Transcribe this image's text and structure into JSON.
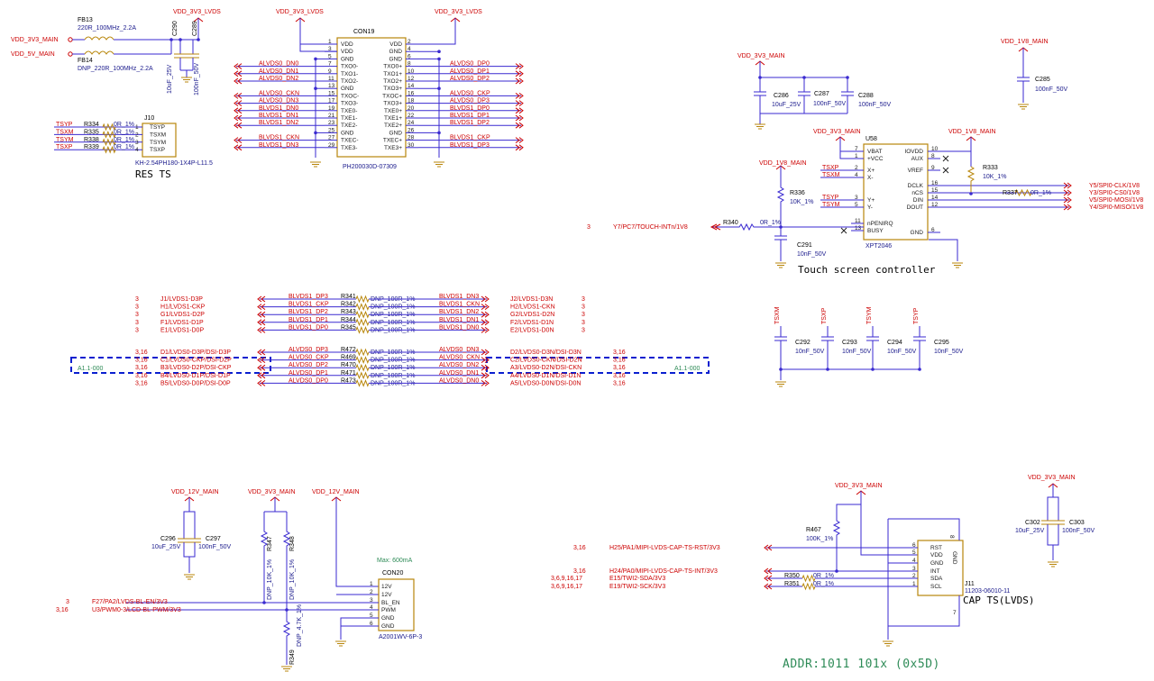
{
  "power": {
    "vdd_3v3_lvds": "VDD_3V3_LVDS",
    "vdd_3v3_main": "VDD_3V3_MAIN",
    "vdd_5v_main": "VDD_5V_MAIN",
    "vdd_1v8_main": "VDD_1V8_MAIN",
    "vdd_12v_main": "VDD_12V_MAIN"
  },
  "ferrites": {
    "fb13": "FB13",
    "fb13_val": "220R_100MHz_2.2A",
    "fb14": "FB14",
    "fb14_val": "DNP_220R_100MHz_2.2A"
  },
  "caps_lvds": {
    "c290": "C290",
    "c290_val": "10uF_25V",
    "c289": "C289",
    "c289_val": "100nF_50V"
  },
  "con19": {
    "ref": "CON19",
    "part": "PH200030D-07309",
    "left_pins": [
      "1",
      "3",
      "5",
      "7",
      "9",
      "11",
      "13",
      "15",
      "17",
      "19",
      "21",
      "23",
      "25",
      "27",
      "29"
    ],
    "left_names": [
      "VDD",
      "VDD",
      "GND",
      "TXO0-",
      "TXO1-",
      "TXO2-",
      "GND",
      "TXOC-",
      "TXO3-",
      "TXE0-",
      "TXE1-",
      "TXE2-",
      "GND",
      "TXEC-",
      "TXE3-"
    ],
    "right_pins": [
      "2",
      "4",
      "6",
      "8",
      "10",
      "12",
      "14",
      "16",
      "18",
      "20",
      "22",
      "24",
      "26",
      "28",
      "30"
    ],
    "right_names": [
      "VDD",
      "GND",
      "GND",
      "TXO0+",
      "TXO1+",
      "TXO2+",
      "TXO3+",
      "TXOC+",
      "TXO3+",
      "TXE0+",
      "TXE1+",
      "TXE2+",
      "GND",
      "TXEC+",
      "TXE3+"
    ],
    "left_nets": [
      "",
      "",
      "",
      "ALVDS0_DN0",
      "ALVDS0_DN1",
      "ALVDS0_DN2",
      "",
      "ALVDS0_CKN",
      "ALVDS0_DN3",
      "BLVDS1_DN0",
      "BLVDS1_DN1",
      "BLVDS1_DN2",
      "",
      "BLVDS1_CKN",
      "BLVDS1_DN3"
    ],
    "right_nets": [
      "",
      "",
      "",
      "ALVDS0_DP0",
      "ALVDS0_DP1",
      "ALVDS0_DP2",
      "",
      "ALVDS0_CKP",
      "ALVDS0_DP3",
      "BLVDS1_DP0",
      "BLVDS1_DP1",
      "BLVDS1_DP2",
      "",
      "BLVDS1_CKP",
      "BLVDS1_DP3"
    ]
  },
  "j10": {
    "ref": "J10",
    "part": "KH-2.54PH180-1X4P-L11.5",
    "note": "RES TS",
    "nets": [
      "TSYP",
      "TSXM",
      "TSYM",
      "TSXP"
    ],
    "res": [
      "R334",
      "R335",
      "R338",
      "R339"
    ],
    "val": "0R_1%",
    "pins": [
      "TSYP",
      "TSXM",
      "TSYM",
      "TSXP"
    ],
    "nums": [
      "1",
      "2",
      "3",
      "4"
    ]
  },
  "u58": {
    "ref": "U58",
    "part": "XPT2046",
    "title": "Touch screen controller",
    "left_pins": [
      "7",
      "1",
      "2",
      "4",
      "3",
      "5",
      "11",
      "13"
    ],
    "left_names": [
      "VBAT",
      "+VCC",
      "X+",
      "X-",
      "Y+",
      "Y-",
      "nPENIRQ",
      "BUSY"
    ],
    "right_pins": [
      "10",
      "8",
      "9",
      "16",
      "15",
      "14",
      "12",
      "6"
    ],
    "right_names": [
      "IOVDD",
      "AUX",
      "VREF",
      "DCLK",
      "nCS",
      "DIN",
      "DOUT",
      "GND"
    ],
    "nets_left": [
      "TSXP",
      "TSXM",
      "TSYP",
      "TSYM"
    ],
    "spi": [
      "Y5/SPI0-CLK/1V8",
      "Y3/SPI0-CS0/1V8",
      "V5/SPI0-MOSI/1V8",
      "Y4/SPI0-MISO/1V8"
    ],
    "irq_page": "3",
    "irq": "Y7/PC7/TOUCH-INTn/1V8",
    "r340": "R340",
    "r340_val": "0R_1%",
    "r336": "R336",
    "r336_val": "10K_1%",
    "r333": "R333",
    "r333_val": "10K_1%",
    "r337": "R337",
    "r337_val": "0R_1%",
    "c291": "C291",
    "c291_val": "10nF_50V"
  },
  "tcaps": {
    "c286": "C286",
    "c286_val": "10uF_25V",
    "c287": "C287",
    "c287_val": "100nF_50V",
    "c288": "C288",
    "c288_val": "100nF_50V",
    "c285": "C285",
    "c285_val": "100nF_50V",
    "nets": [
      "TSXM",
      "TSXP",
      "TSYM",
      "TSYP"
    ],
    "refs": [
      "C292",
      "C293",
      "C294",
      "C295"
    ],
    "val": "10nF_50V"
  },
  "lvds1": {
    "page": "3",
    "left": [
      "J1/LVDS1-D3P",
      "H1/LVDS1-CKP",
      "G1/LVDS1-D2P",
      "F1/LVDS1-D1P",
      "E1/LVDS1-D0P"
    ],
    "nets_l": [
      "BLVDS1_DP3",
      "BLVDS1_CKP",
      "BLVDS1_DP2",
      "BLVDS1_DP1",
      "BLVDS1_DP0"
    ],
    "res": [
      "R341",
      "R342",
      "R343",
      "R344",
      "R345"
    ],
    "val": "DNP_100R_1%",
    "nets_r": [
      "BLVDS1_DN3",
      "BLVDS1_CKN",
      "BLVDS1_DN2",
      "BLVDS1_DN1",
      "BLVDS1_DN0"
    ],
    "right": [
      "J2/LVDS1-D3N",
      "H2/LVDS1-CKN",
      "G2/LVDS1-D2N",
      "F2/LVDS1-D1N",
      "E2/LVDS1-D0N"
    ]
  },
  "lvds0": {
    "page": "3,16",
    "left": [
      "D1/LVDS0-D3P/DSI-D3P",
      "C1/LVDS0-CKP/DSI-D2P",
      "B3/LVDS0-D2P/DSI-CKP",
      "B4/LVDS0-D1P/DSI-D1P",
      "B5/LVDS0-D0P/DSI-D0P"
    ],
    "nets_l": [
      "ALVDS0_DP3",
      "ALVDS0_CKP",
      "ALVDS0_DP2",
      "ALVDS0_DP1",
      "ALVDS0_DP0"
    ],
    "res": [
      "R472",
      "R469",
      "R470",
      "R471",
      "R473"
    ],
    "val": "DNP_100R_1%",
    "nets_r": [
      "ALVDS0_DN3",
      "ALVDS0_CKN",
      "ALVDS0_DN2",
      "ALVDS0_DN1",
      "ALVDS0_DN0"
    ],
    "right": [
      "D2/LVDS0-D3N/DSI-D3N",
      "C2/LVDS0-CKN/DSI-D2N",
      "A3/LVDS0-D2N/DSI-CKN",
      "A4/LVDS0-D1N/DSI-D1N",
      "A5/LVDS0-D0N/DSI-D0N"
    ],
    "ann": "A1.1-000"
  },
  "con20": {
    "ref": "CON20",
    "part": "A2001WV-6P-3",
    "max": "Max: 600mA",
    "pins": [
      "1",
      "2",
      "3",
      "4",
      "5",
      "6"
    ],
    "names": [
      "12V",
      "12V",
      "BL_EN",
      "PWM",
      "GND",
      "GND"
    ],
    "c296": "C296",
    "c296_val": "10uF_25V",
    "c297": "C297",
    "c297_val": "100nF_50V",
    "r347": "R347",
    "r347_val": "DNP_10K_1%",
    "r348": "R348",
    "r348_val": "DNP_10K_1%",
    "r349": "R349",
    "r349_val": "DNP_4.7K_1%",
    "page1": "3",
    "sig1": "F27/PA2/LVDS-BL-EN/3V3",
    "page2": "3,16",
    "sig2": "U3/PWM0-3/LCD-BL-PWM/3V3"
  },
  "j11": {
    "ref": "J11",
    "part": "11203-06010-11",
    "title": "CAP TS(LVDS)",
    "pins": [
      "6",
      "5",
      "4",
      "3",
      "2",
      "1"
    ],
    "names": [
      "RST",
      "VDD",
      "GND",
      "INT",
      "SDA",
      "SCL"
    ],
    "gnd_pins": [
      "8",
      "7"
    ],
    "pages": [
      "3,16",
      "3,16",
      "3,6,9,16,17",
      "3,6,9,16,17"
    ],
    "sigs": [
      "H25/PA1/MIPI-LVDS-CAP-TS-RST/3V3",
      "H24/PA0/MIPI-LVDS-CAP-TS-INT/3V3",
      "E15/TWI2-SDA/3V3",
      "E19/TWI2-SCK/3V3"
    ],
    "r467": "R467",
    "r467_val": "100K_1%",
    "r350": "R350",
    "r350_val": "0R_1%",
    "r351": "R351",
    "r351_val": "0R_1%",
    "c302": "C302",
    "c302_val": "10uF_25V",
    "c303": "C303",
    "c303_val": "100nF_50V",
    "addr": "ADDR:1011 101x (0x5D)"
  }
}
